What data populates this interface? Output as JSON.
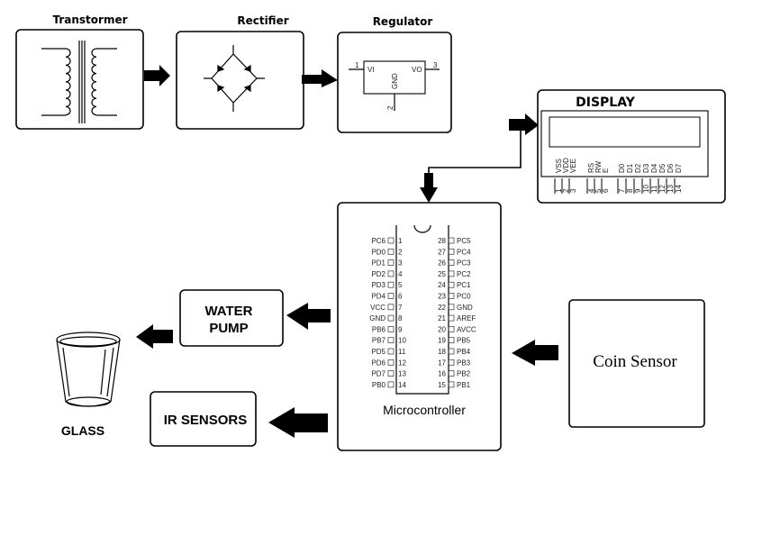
{
  "blocks": {
    "transformer": {
      "title": "Transtormer"
    },
    "rectifier": {
      "title": "Rectifier"
    },
    "regulator": {
      "title": "Regulator",
      "pin1": "1",
      "pin2": "2",
      "pin3": "3",
      "vi": "VI",
      "vo": "VO",
      "gnd": "GND"
    },
    "display": {
      "title": "DISPLAY",
      "signals": [
        "VSS",
        "VDD",
        "VEE",
        "RS",
        "RW",
        "E",
        "D0",
        "D1",
        "D2",
        "D3",
        "D4",
        "D5",
        "D6",
        "D7"
      ],
      "pins": [
        "1",
        "2",
        "3",
        "4",
        "5",
        "6",
        "7",
        "8",
        "9",
        "10",
        "11",
        "12",
        "13",
        "14"
      ]
    },
    "microcontroller": {
      "label": "Microcontroller",
      "left_pins": [
        [
          "PC6",
          "1"
        ],
        [
          "PD0",
          "2"
        ],
        [
          "PD1",
          "3"
        ],
        [
          "PD2",
          "4"
        ],
        [
          "PD3",
          "5"
        ],
        [
          "PD4",
          "6"
        ],
        [
          "VCC",
          "7"
        ],
        [
          "GND",
          "8"
        ],
        [
          "PB6",
          "9"
        ],
        [
          "PB7",
          "10"
        ],
        [
          "PD5",
          "11"
        ],
        [
          "PD6",
          "12"
        ],
        [
          "PD7",
          "13"
        ],
        [
          "PB0",
          "14"
        ]
      ],
      "right_pins": [
        [
          "28",
          "PC5"
        ],
        [
          "27",
          "PC4"
        ],
        [
          "26",
          "PC3"
        ],
        [
          "25",
          "PC2"
        ],
        [
          "24",
          "PC1"
        ],
        [
          "23",
          "PC0"
        ],
        [
          "22",
          "GND"
        ],
        [
          "21",
          "AREF"
        ],
        [
          "20",
          "AVCC"
        ],
        [
          "19",
          "PB5"
        ],
        [
          "18",
          "PB4"
        ],
        [
          "17",
          "PB3"
        ],
        [
          "16",
          "PB2"
        ],
        [
          "15",
          "PB1"
        ]
      ]
    },
    "water_pump": {
      "line1": "WATER",
      "line2": "PUMP"
    },
    "ir_sensors": {
      "label": "IR SENSORS"
    },
    "glass": {
      "label": "GLASS"
    },
    "coin_sensor": {
      "label": "Coin Sensor"
    }
  }
}
